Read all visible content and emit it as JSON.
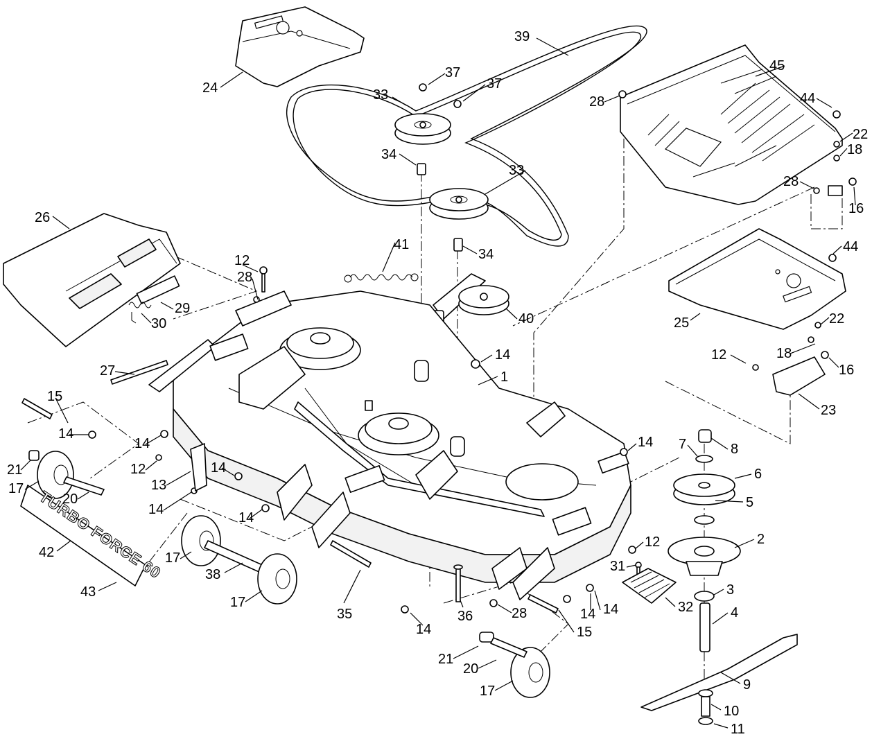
{
  "diagram": {
    "decal_text": "TURBO FORCE 60",
    "callouts": [
      {
        "label": "1"
      },
      {
        "label": "2"
      },
      {
        "label": "3"
      },
      {
        "label": "4"
      },
      {
        "label": "5"
      },
      {
        "label": "6"
      },
      {
        "label": "7"
      },
      {
        "label": "8"
      },
      {
        "label": "9"
      },
      {
        "label": "10"
      },
      {
        "label": "11"
      },
      {
        "label": "12"
      },
      {
        "label": "12"
      },
      {
        "label": "12"
      },
      {
        "label": "12"
      },
      {
        "label": "13"
      },
      {
        "label": "14"
      },
      {
        "label": "14"
      },
      {
        "label": "14"
      },
      {
        "label": "14"
      },
      {
        "label": "14"
      },
      {
        "label": "14"
      },
      {
        "label": "14"
      },
      {
        "label": "14"
      },
      {
        "label": "14"
      },
      {
        "label": "14"
      },
      {
        "label": "15"
      },
      {
        "label": "15"
      },
      {
        "label": "16"
      },
      {
        "label": "16"
      },
      {
        "label": "17"
      },
      {
        "label": "17"
      },
      {
        "label": "17"
      },
      {
        "label": "17"
      },
      {
        "label": "18"
      },
      {
        "label": "18"
      },
      {
        "label": "20"
      },
      {
        "label": "20"
      },
      {
        "label": "21"
      },
      {
        "label": "21"
      },
      {
        "label": "22"
      },
      {
        "label": "22"
      },
      {
        "label": "23"
      },
      {
        "label": "24"
      },
      {
        "label": "25"
      },
      {
        "label": "26"
      },
      {
        "label": "27"
      },
      {
        "label": "28"
      },
      {
        "label": "28"
      },
      {
        "label": "28"
      },
      {
        "label": "28"
      },
      {
        "label": "29"
      },
      {
        "label": "30"
      },
      {
        "label": "31"
      },
      {
        "label": "32"
      },
      {
        "label": "33"
      },
      {
        "label": "33"
      },
      {
        "label": "34"
      },
      {
        "label": "34"
      },
      {
        "label": "35"
      },
      {
        "label": "36"
      },
      {
        "label": "37"
      },
      {
        "label": "37"
      },
      {
        "label": "38"
      },
      {
        "label": "39"
      },
      {
        "label": "40"
      },
      {
        "label": "41"
      },
      {
        "label": "42"
      },
      {
        "label": "43"
      },
      {
        "label": "44"
      },
      {
        "label": "44"
      },
      {
        "label": "45"
      }
    ]
  }
}
